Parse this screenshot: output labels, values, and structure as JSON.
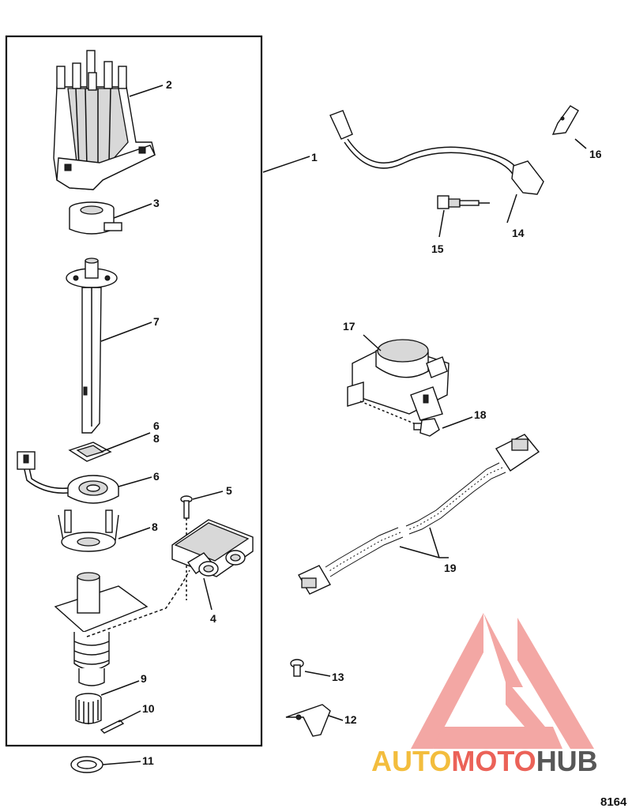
{
  "figure_number": "8164",
  "callouts": [
    "1",
    "2",
    "3",
    "4",
    "5",
    "6",
    "6",
    "7",
    "8",
    "8",
    "9",
    "10",
    "11",
    "12",
    "13",
    "14",
    "15",
    "16",
    "17",
    "18",
    "19"
  ],
  "watermark": {
    "part1": "AUTO",
    "part2": "MOTO",
    "part3": "HUB",
    "color_auto": "#f2b21c",
    "color_moto": "#e8473b",
    "color_hub": "#3a3a3a",
    "logo_color": "#ef8a86"
  }
}
